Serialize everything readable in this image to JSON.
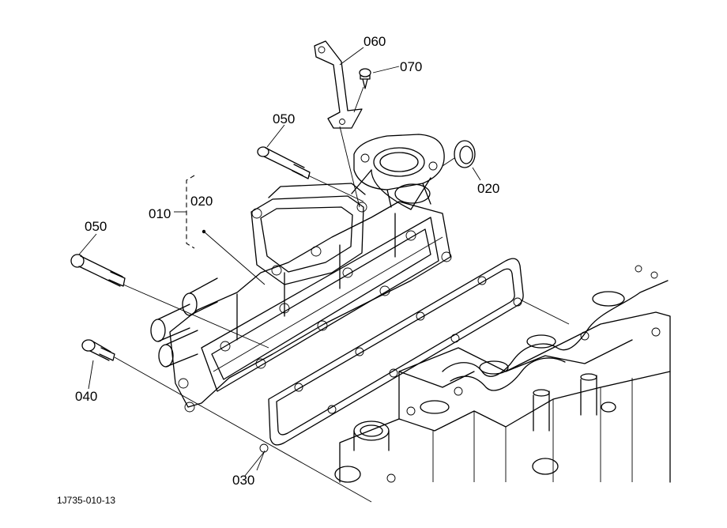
{
  "callouts": {
    "p060": "060",
    "p070": "070",
    "p050_top": "050",
    "p020_ring": "020",
    "p010": "010",
    "p020_set": "020",
    "p050_left": "050",
    "p040": "040",
    "p030": "030"
  },
  "drawing_code": "1J735-010-13"
}
